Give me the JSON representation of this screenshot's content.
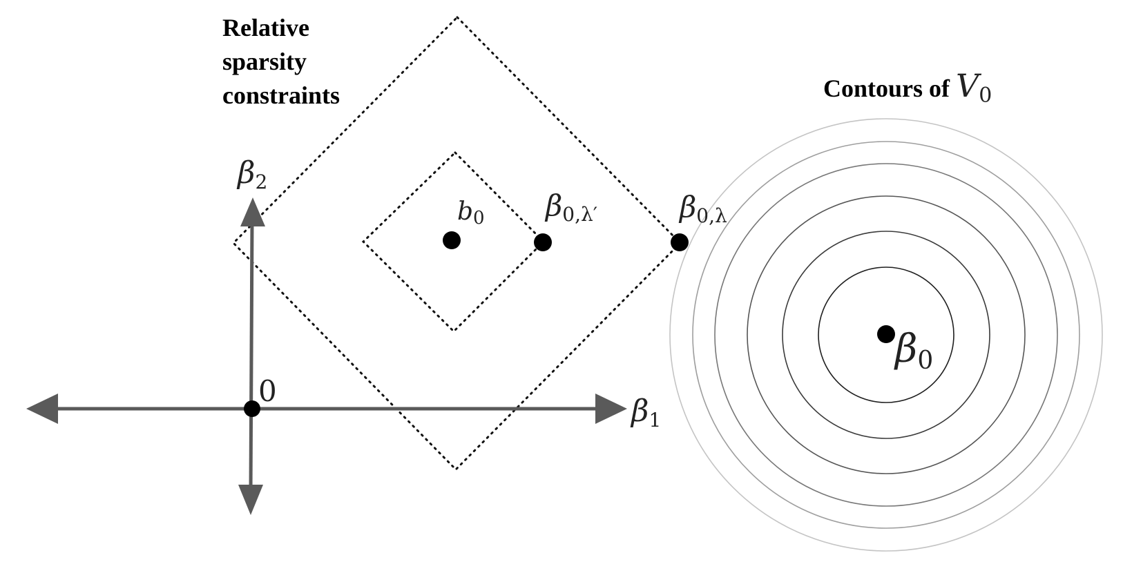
{
  "labels": {
    "constraints_line1": "Relative",
    "constraints_line2": "sparsity",
    "constraints_line3": "constraints",
    "contours_text": "Contours of ",
    "contours_symbol": "V",
    "contours_sub": "0"
  },
  "axes": {
    "x_symbol": "β",
    "x_sub": "1",
    "y_symbol": "β",
    "y_sub": "2",
    "origin_label": "0",
    "color": "#5a5a5a"
  },
  "points": {
    "b0_symbol": "b",
    "b0_sub": "0",
    "beta_lambda_prime_symbol": "β",
    "beta_lambda_prime_sub": "0,λ′",
    "beta_lambda_symbol": "β",
    "beta_lambda_sub": "0,λ",
    "beta0_symbol": "β",
    "beta0_sub": "0"
  },
  "colors": {
    "point": "#000000",
    "constraint_outline": "#111111",
    "contour_inner": "#222222",
    "contour_outer": "#cccccc"
  }
}
